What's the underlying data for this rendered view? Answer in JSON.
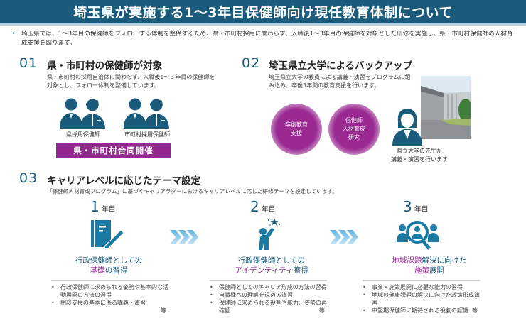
{
  "header": {
    "title": "埼玉県が実施する1～3年目保健師向け現任教育体制について"
  },
  "intro": {
    "bullet": "・",
    "text": "埼玉県では、1～3年目の保健師をフォローする体制を整備するため、県・市町村採用に関わらず、入職後1～3年目の保健師を対象とした研修を実施し、県・市町村保健師の人材育成支援を図ります。"
  },
  "section1": {
    "number": "01",
    "title": "県・市町村の保健師が対象",
    "description": "県・市町村の採用自治体に関わらず、入職後1～３年目の保健師を対象とし、フォロー体制を整備しています。",
    "groups": [
      {
        "label": "県採用保健師",
        "icon": "people-pair-icon"
      },
      {
        "label": "市町村採用保健師",
        "icon": "people-pair-icon"
      }
    ],
    "joint_label": "県・市町村合同開催",
    "accent_color": "#93278f"
  },
  "section2": {
    "number": "02",
    "title": "埼玉県立大学によるバックアップ",
    "description": "埼玉県立大学の教員による講義・演習をプログラムに組み込み、卒後3年間の教育支援を行います。",
    "circles": [
      {
        "lines": [
          "卒後教育",
          "支援"
        ]
      },
      {
        "lines": [
          "保健師",
          "人材育成",
          "研究"
        ]
      }
    ],
    "teacher_label": [
      "県立大学の先生が",
      "講義・演習を行います"
    ],
    "photo": "university-building-photo"
  },
  "section3": {
    "number": "03",
    "title": "キャリアレベルに応じたテーマ設定",
    "description": "「保健師人材育成プログラム」に基づくキャリアラダーにおけるキャリアレベルに応じた研修テーマを設定しています。",
    "years": [
      {
        "num": "1",
        "unit": "年目",
        "icon": "notebook-pen-icon",
        "title_line1": [
          {
            "t": "行政保健師としての",
            "hl": false
          }
        ],
        "title_line2": [
          {
            "t": "基礎",
            "hl": true
          },
          {
            "t": "の習得",
            "hl": false
          }
        ],
        "items": [
          "行政保健師に求められる姿勢や基本的な活動展開の方法の習得",
          "相談支援の基本に係る講義・演習"
        ],
        "etc": "等"
      },
      {
        "num": "2",
        "unit": "年目",
        "icon": "reach-star-icon",
        "title_line1": [
          {
            "t": "行政保健師としての",
            "hl": false
          }
        ],
        "title_line2": [
          {
            "t": "アイデンティティ",
            "hl": true
          },
          {
            "t": "獲得",
            "hl": false
          }
        ],
        "items": [
          "保健師としてのキャリア形成の方法の習得",
          "自職種への理解を深める演習",
          "保健師に求められる役割や能力、姿勢の再確認"
        ],
        "etc": "等"
      },
      {
        "num": "3",
        "unit": "年目",
        "icon": "magnifier-community-icon",
        "title_line1": [
          {
            "t": "地域課題",
            "hl": true
          },
          {
            "t": "解決に向けた",
            "hl": false
          }
        ],
        "title_line2": [
          {
            "t": "施策",
            "hl": true
          },
          {
            "t": "展開",
            "hl": false
          }
        ],
        "items": [
          "事業・施策展開に必要な能力の習得",
          "地域の健康課題の解決に向けた政策形成演習",
          "中堅期保健師に期待される役割の認識"
        ],
        "etc": "等"
      }
    ]
  },
  "colors": {
    "primary": "#1a5b7b",
    "accent": "#93278f",
    "arrow": "#5fb4e3"
  }
}
